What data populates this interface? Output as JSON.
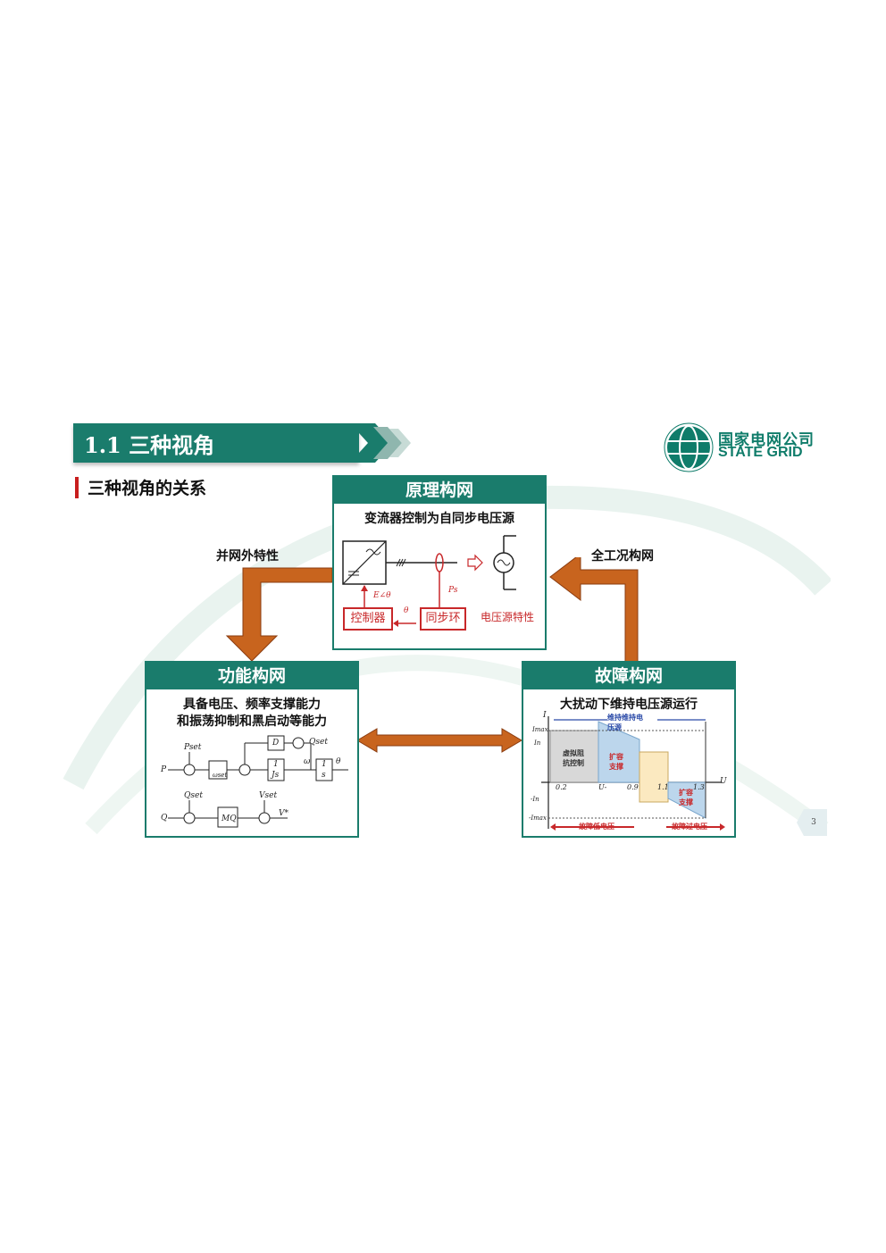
{
  "header": {
    "title": "1.1 三种视角",
    "section": "三种视角的关系",
    "logo_cn": "国家电网公司",
    "logo_en": "STATE GRID"
  },
  "principle_box": {
    "heading": "原理构网",
    "subtitle": "变流器控制为自同步电压源",
    "controller": "控制器",
    "sync_loop": "同步环",
    "e_theta": "E∠θ",
    "theta": "θ",
    "ps": "Ps",
    "voltage_char": "电压源特性"
  },
  "function_box": {
    "heading": "功能构网",
    "line1": "具备电压、频率支撑能力",
    "line2": "和振荡抑制和黑启动等能力",
    "p_set": "Pset",
    "p": "P",
    "omega_set": "ωset",
    "d": "D",
    "q_set": "Qset",
    "js": "Js",
    "s": "s",
    "one": "1",
    "omega": "ω",
    "theta": "θ",
    "q_set2": "Qset",
    "v_set": "Vset",
    "q": "Q",
    "mq": "MQ",
    "v": "V*"
  },
  "fault_box": {
    "heading": "故障构网",
    "subtitle": "大扰动下维持电压源运行",
    "i": "I",
    "u": "U",
    "imax": "Imax",
    "in": "In",
    "neg_in": "-In",
    "neg_imax": "-Imax",
    "tick_02": "0.2",
    "tick_u": "U-",
    "tick_09": "0.9",
    "tick_11": "1.1",
    "tick_13": "1.3",
    "region_limit": "虚拟阻抗控制",
    "region_expand1": "扩容支撑",
    "region_expand2": "扩容支撑",
    "maintain": "维持维持电压源",
    "low_v": "故障低电压",
    "high_v": "故障过电压"
  },
  "arrows": {
    "left": "并网外特性",
    "right": "全工况构网"
  },
  "page": {
    "number": "3"
  },
  "colors": {
    "teal": "#1a7c6c",
    "orange": "#c8641e",
    "red": "#c8282a"
  }
}
